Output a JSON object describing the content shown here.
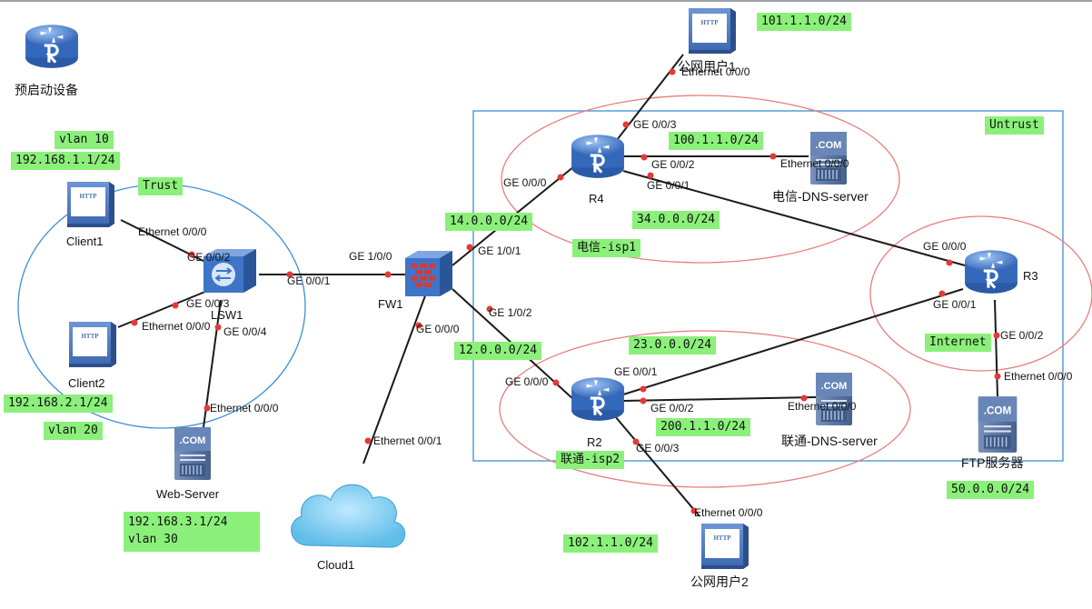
{
  "legend": {
    "label": "预启动设备"
  },
  "zones": {
    "trust": "Trust",
    "untrust": "Untrust",
    "telecom": "电信-isp1",
    "unicom": "联通-isp2",
    "internet": "Internet"
  },
  "devices": {
    "client1": "Client1",
    "client2": "Client2",
    "lsw1": "LSW1",
    "web_server": "Web-Server",
    "fw1": "FW1",
    "cloud1": "Cloud1",
    "r4": "R4",
    "r2": "R2",
    "r3": "R3",
    "public_user1": "公网用户1",
    "public_user2": "公网用户2",
    "telecom_dns": "电信-DNS-server",
    "unicom_dns": "联通-DNS-server",
    "ftp_server": "FTP服务器"
  },
  "networks": {
    "n101": "101.1.1.0/24",
    "n100": "100.1.1.0/24",
    "n34": "34.0.0.0/24",
    "n14": "14.0.0.0/24",
    "n12": "12.0.0.0/24",
    "n23": "23.0.0.0/24",
    "n200": "200.1.1.0/24",
    "n102": "102.1.1.0/24",
    "n50": "50.0.0.0/24",
    "vlan10": "vlan 10",
    "gw1": "192.168.1.1/24",
    "gw2": "192.168.2.1/24",
    "vlan20": "vlan 20",
    "gw3": "192.168.3.1/24",
    "vlan30": "vlan 30"
  },
  "ports": {
    "pu1_e": "Ethernet 0/0/0",
    "r4_g003": "GE 0/0/3",
    "r4_g000": "GE 0/0/0",
    "r4_g002": "GE 0/0/2",
    "r4_g001": "GE 0/0/1",
    "tdns_e": "Ethernet 0/0/0",
    "fw_g100": "GE 1/0/0",
    "fw_g101": "GE 1/0/1",
    "fw_g102": "GE 1/0/2",
    "fw_g000": "GE 0/0/0",
    "lsw_g001": "GE 0/0/1",
    "lsw_g002": "GE 0/0/2",
    "lsw_g003": "GE 0/0/3",
    "lsw_g004": "GE 0/0/4",
    "c1_e": "Ethernet 0/0/0",
    "c2_e": "Ethernet 0/0/0",
    "web_e": "Ethernet 0/0/0",
    "cloud_e": "Ethernet 0/0/1",
    "r3_g000": "GE 0/0/0",
    "r3_g001": "GE 0/0/1",
    "r3_g002": "GE 0/0/2",
    "ftp_e": "Ethernet 0/0/0",
    "r2_g000": "GE 0/0/0",
    "r2_g001": "GE 0/0/1",
    "r2_g002": "GE 0/0/2",
    "r2_g003": "GE 0/0/3",
    "udns_e": "Ethernet 0/0/0",
    "pu2_e": "Ethernet 0/0/0"
  },
  "icons": {
    "router": "router-icon",
    "switch": "switch-icon",
    "firewall": "firewall-icon",
    "http_client": "http-client-icon",
    "server": "server-icon",
    "cloud": "cloud-icon"
  },
  "colors": {
    "tag_bg": "#8bf07a",
    "trust_circle": "#3d8fd6",
    "untrust_box": "#3d8fd6",
    "isp_ellipse": "#e87c7c",
    "link": "#1a1a1a",
    "port_dot": "#e53935",
    "device_blue": "#3f75c8"
  }
}
